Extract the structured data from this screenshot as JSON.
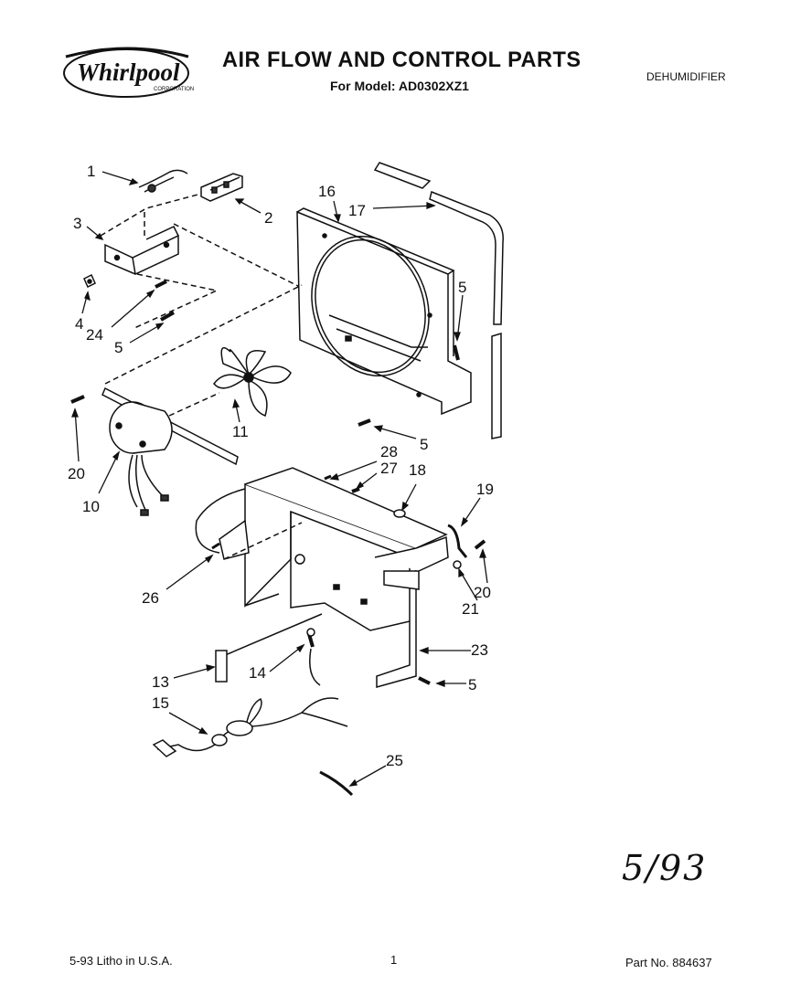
{
  "header": {
    "brand": "Whirlpool",
    "brand_sub": "CORPORATION",
    "title": "AIR FLOW AND CONTROL PARTS",
    "model": "For Model: AD0302XZ1",
    "category": "DEHUMIDIFIER"
  },
  "callouts": {
    "n1": "1",
    "n2": "2",
    "n3": "3",
    "n4": "4",
    "n24": "24",
    "n5a": "5",
    "n16": "16",
    "n17": "17",
    "n5b": "5",
    "n5c": "5",
    "n11": "11",
    "n20a": "20",
    "n10": "10",
    "n28": "28",
    "n27": "27",
    "n18": "18",
    "n19": "19",
    "n20b": "20",
    "n21": "21",
    "n26": "26",
    "n23": "23",
    "n5d": "5",
    "n13": "13",
    "n14": "14",
    "n15": "15",
    "n25": "25"
  },
  "handwritten_note": "5/93",
  "footer": {
    "litho": "5-93 Litho in U.S.A.",
    "page": "1",
    "part_no": "Part No. 884637"
  }
}
